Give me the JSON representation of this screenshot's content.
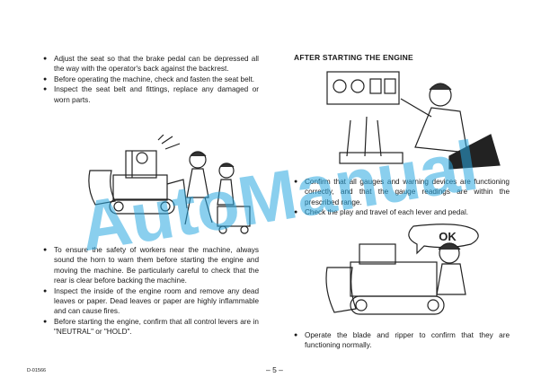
{
  "left_column": {
    "bullets_top": [
      "Adjust the seat so that the brake pedal can be depressed all the way with the operator's back against the backrest.",
      "Before operating the machine, check and fasten the seat belt.",
      "Inspect the seat belt and fittings, replace any damaged or worn parts."
    ],
    "bullets_bottom": [
      "To ensure the safety of workers near the machine, always sound the horn to warn them before starting the engine and moving the machine. Be particularly careful to check that the rear is clear before backing the machine.",
      "Inspect the inside of the engine room and remove any dead leaves or paper. Dead leaves or paper are highly inflammable and can cause fires.",
      "Before starting the engine, confirm that all control levers are in \"NEUTRAL\" or \"HOLD\"."
    ]
  },
  "right_column": {
    "heading": "AFTER STARTING THE ENGINE",
    "bullets_middle": [
      "Confirm that all gauges and warning devices are functioning correctly, and that the gauge readings are within the prescribed range.",
      "Check the play and travel of each lever and pedal."
    ],
    "speech_bubble": "OK",
    "bullets_bottom": [
      "Operate the blade and ripper to confirm that they are functioning normally."
    ]
  },
  "footer": {
    "code": "D-01566",
    "page_number": "– 5 –"
  },
  "watermark": {
    "text": "AutoManual",
    "color": "#29a8e0"
  }
}
